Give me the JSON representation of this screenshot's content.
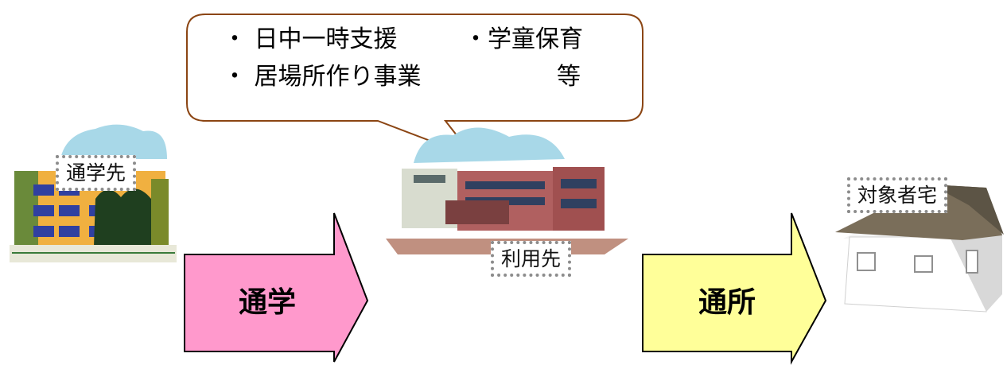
{
  "speech_bubble": {
    "line1_left": "・ 日中一時支援",
    "line1_right": "・学童保育",
    "line2_left": "・ 居場所作り事業",
    "line2_right": "等"
  },
  "labels": {
    "school": "通学先",
    "facility": "利用先",
    "home": "対象者宅"
  },
  "arrows": {
    "commute_school": "通学",
    "commute_facility": "通所"
  },
  "colors": {
    "arrow_pink": "#ff99cc",
    "arrow_yellow": "#ffff99",
    "bubble_border": "#8b4513",
    "label_border": "#8c8c8c"
  }
}
